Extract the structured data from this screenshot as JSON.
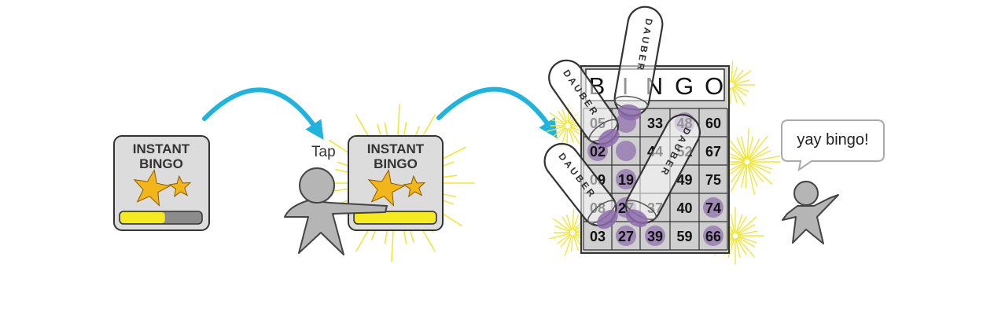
{
  "colors": {
    "arrow": "#1fb3dd",
    "card_fill": "#dcdcdc",
    "card_border": "#333333",
    "progress_fill": "#f5ea1f",
    "progress_empty": "#8c8c8c",
    "star": "#f2b61a",
    "burst": "#f0e63c",
    "daub": "#8c6bab",
    "figure": "#b5b5b5"
  },
  "card_before": {
    "title_line1": "INSTANT",
    "title_line2": "BINGO",
    "progress": 0.55
  },
  "tap_step": {
    "action_label": "Tap",
    "title_line1": "INSTANT",
    "title_line2": "BINGO",
    "progress": 1.0
  },
  "bingo_card": {
    "header": [
      "B",
      "I",
      "N",
      "G",
      "O"
    ],
    "rows": [
      [
        "05",
        "",
        "33",
        "48",
        "60"
      ],
      [
        "02",
        "",
        "44",
        "52",
        "67"
      ],
      [
        "09",
        "19",
        "",
        "49",
        "75"
      ],
      [
        "08",
        "27",
        "37",
        "40",
        "74"
      ],
      [
        "03",
        "27",
        "39",
        "59",
        "66"
      ]
    ],
    "daubed": [
      [
        false,
        true,
        false,
        true,
        false
      ],
      [
        true,
        true,
        false,
        false,
        false
      ],
      [
        false,
        true,
        false,
        false,
        false
      ],
      [
        false,
        true,
        false,
        false,
        true
      ],
      [
        false,
        true,
        true,
        false,
        true
      ]
    ]
  },
  "daubers": [
    {
      "label": "DAUBER"
    },
    {
      "label": "DAUBER"
    },
    {
      "label": "DAUBER"
    },
    {
      "label": "DAUBER"
    }
  ],
  "speech": {
    "text": "yay bingo!"
  }
}
